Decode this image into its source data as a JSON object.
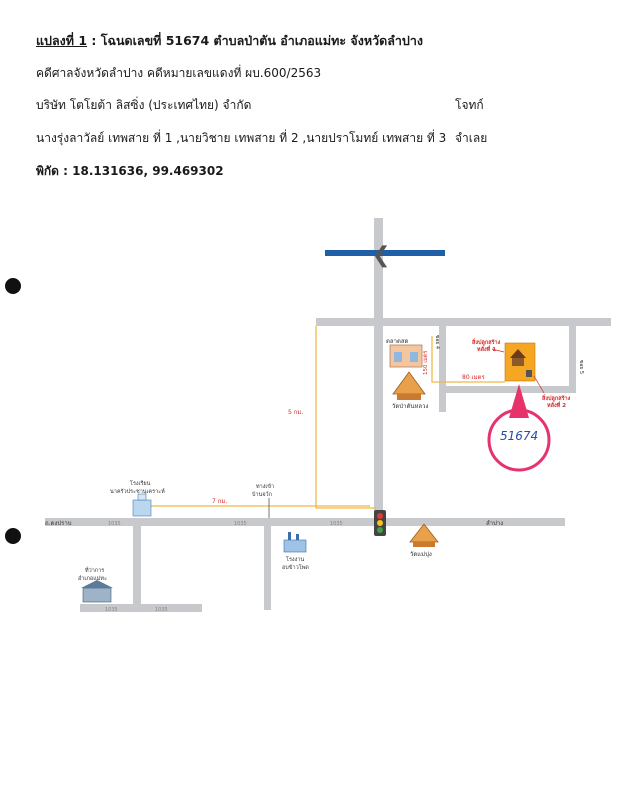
{
  "header": {
    "plot_label": "แปลงที่ 1",
    "plot_title": " : โฉนดเลขที่ 51674 ตำบลป่าตัน อำเภอแม่ทะ จังหวัดลำปาง",
    "court_case": "คดีศาลจังหวัดลำปาง คดีหมายเลขแดงที่    ผบ.600/2563",
    "plaintiff_name": "บริษัท โตโยต้า ลิสซิ่ง (ประเทศไทย) จำกัด",
    "plaintiff_role": "โจทก์",
    "defendants": "นางรุ่งลาวัลย์ เทพสาย ที่ 1 ,นายวิชาย  เทพสาย ที่ 2 ,นายปราโมทย์ เทพสาย ที่ 3",
    "defendant_role": "จำเลย",
    "coordinates": "พิกัด : 18.131636, 99.469302"
  },
  "map": {
    "labels": {
      "market": "ตลาดสด",
      "market_dist": "150 เมตร",
      "road_dist_80": "80 เมตร",
      "soi4": "ซอย 4",
      "soi5": "ซอย 5",
      "temple_north": "วัดป่าตันหลวง",
      "dist_5km": "5 กม.",
      "building1_line1": "สิ่งปลูกสร้าง",
      "building1_line2": "หลังที่ 1",
      "building2_line1": "สิ่งปลูกสร้าง",
      "building2_line2": "หลังที่ 2",
      "school_line1": "โรงเรียน",
      "school_line2": "นาครัวประชานุเคราะห์",
      "dist_7km": "7 กม.",
      "junction_line1": "ทางเข้า",
      "junction_line2": "บ้านจว์ก",
      "road_left": "ถ.ดงปราบ",
      "road_right": "ลำปาง",
      "temple_south": "วัดแม่ปุง",
      "factory_line1": "โรงงาน",
      "factory_line2": "อบข้าวโพด",
      "office_line1": "ที่ว่าการ",
      "office_line2": "อำเภอแม่ทะ",
      "highway_a": "1035",
      "highway_b": "1035",
      "highway_c": "1035",
      "highway_d": "1035",
      "highway_e": "1035",
      "plot_handwritten": "51674"
    }
  },
  "colors": {
    "road": "#c7c9cc",
    "route": "#f2b84b",
    "marker": "#e6336b",
    "plot_fill": "#f5a623",
    "rail_blue": "#1f5fa8",
    "label_red": "#d42a2a"
  }
}
